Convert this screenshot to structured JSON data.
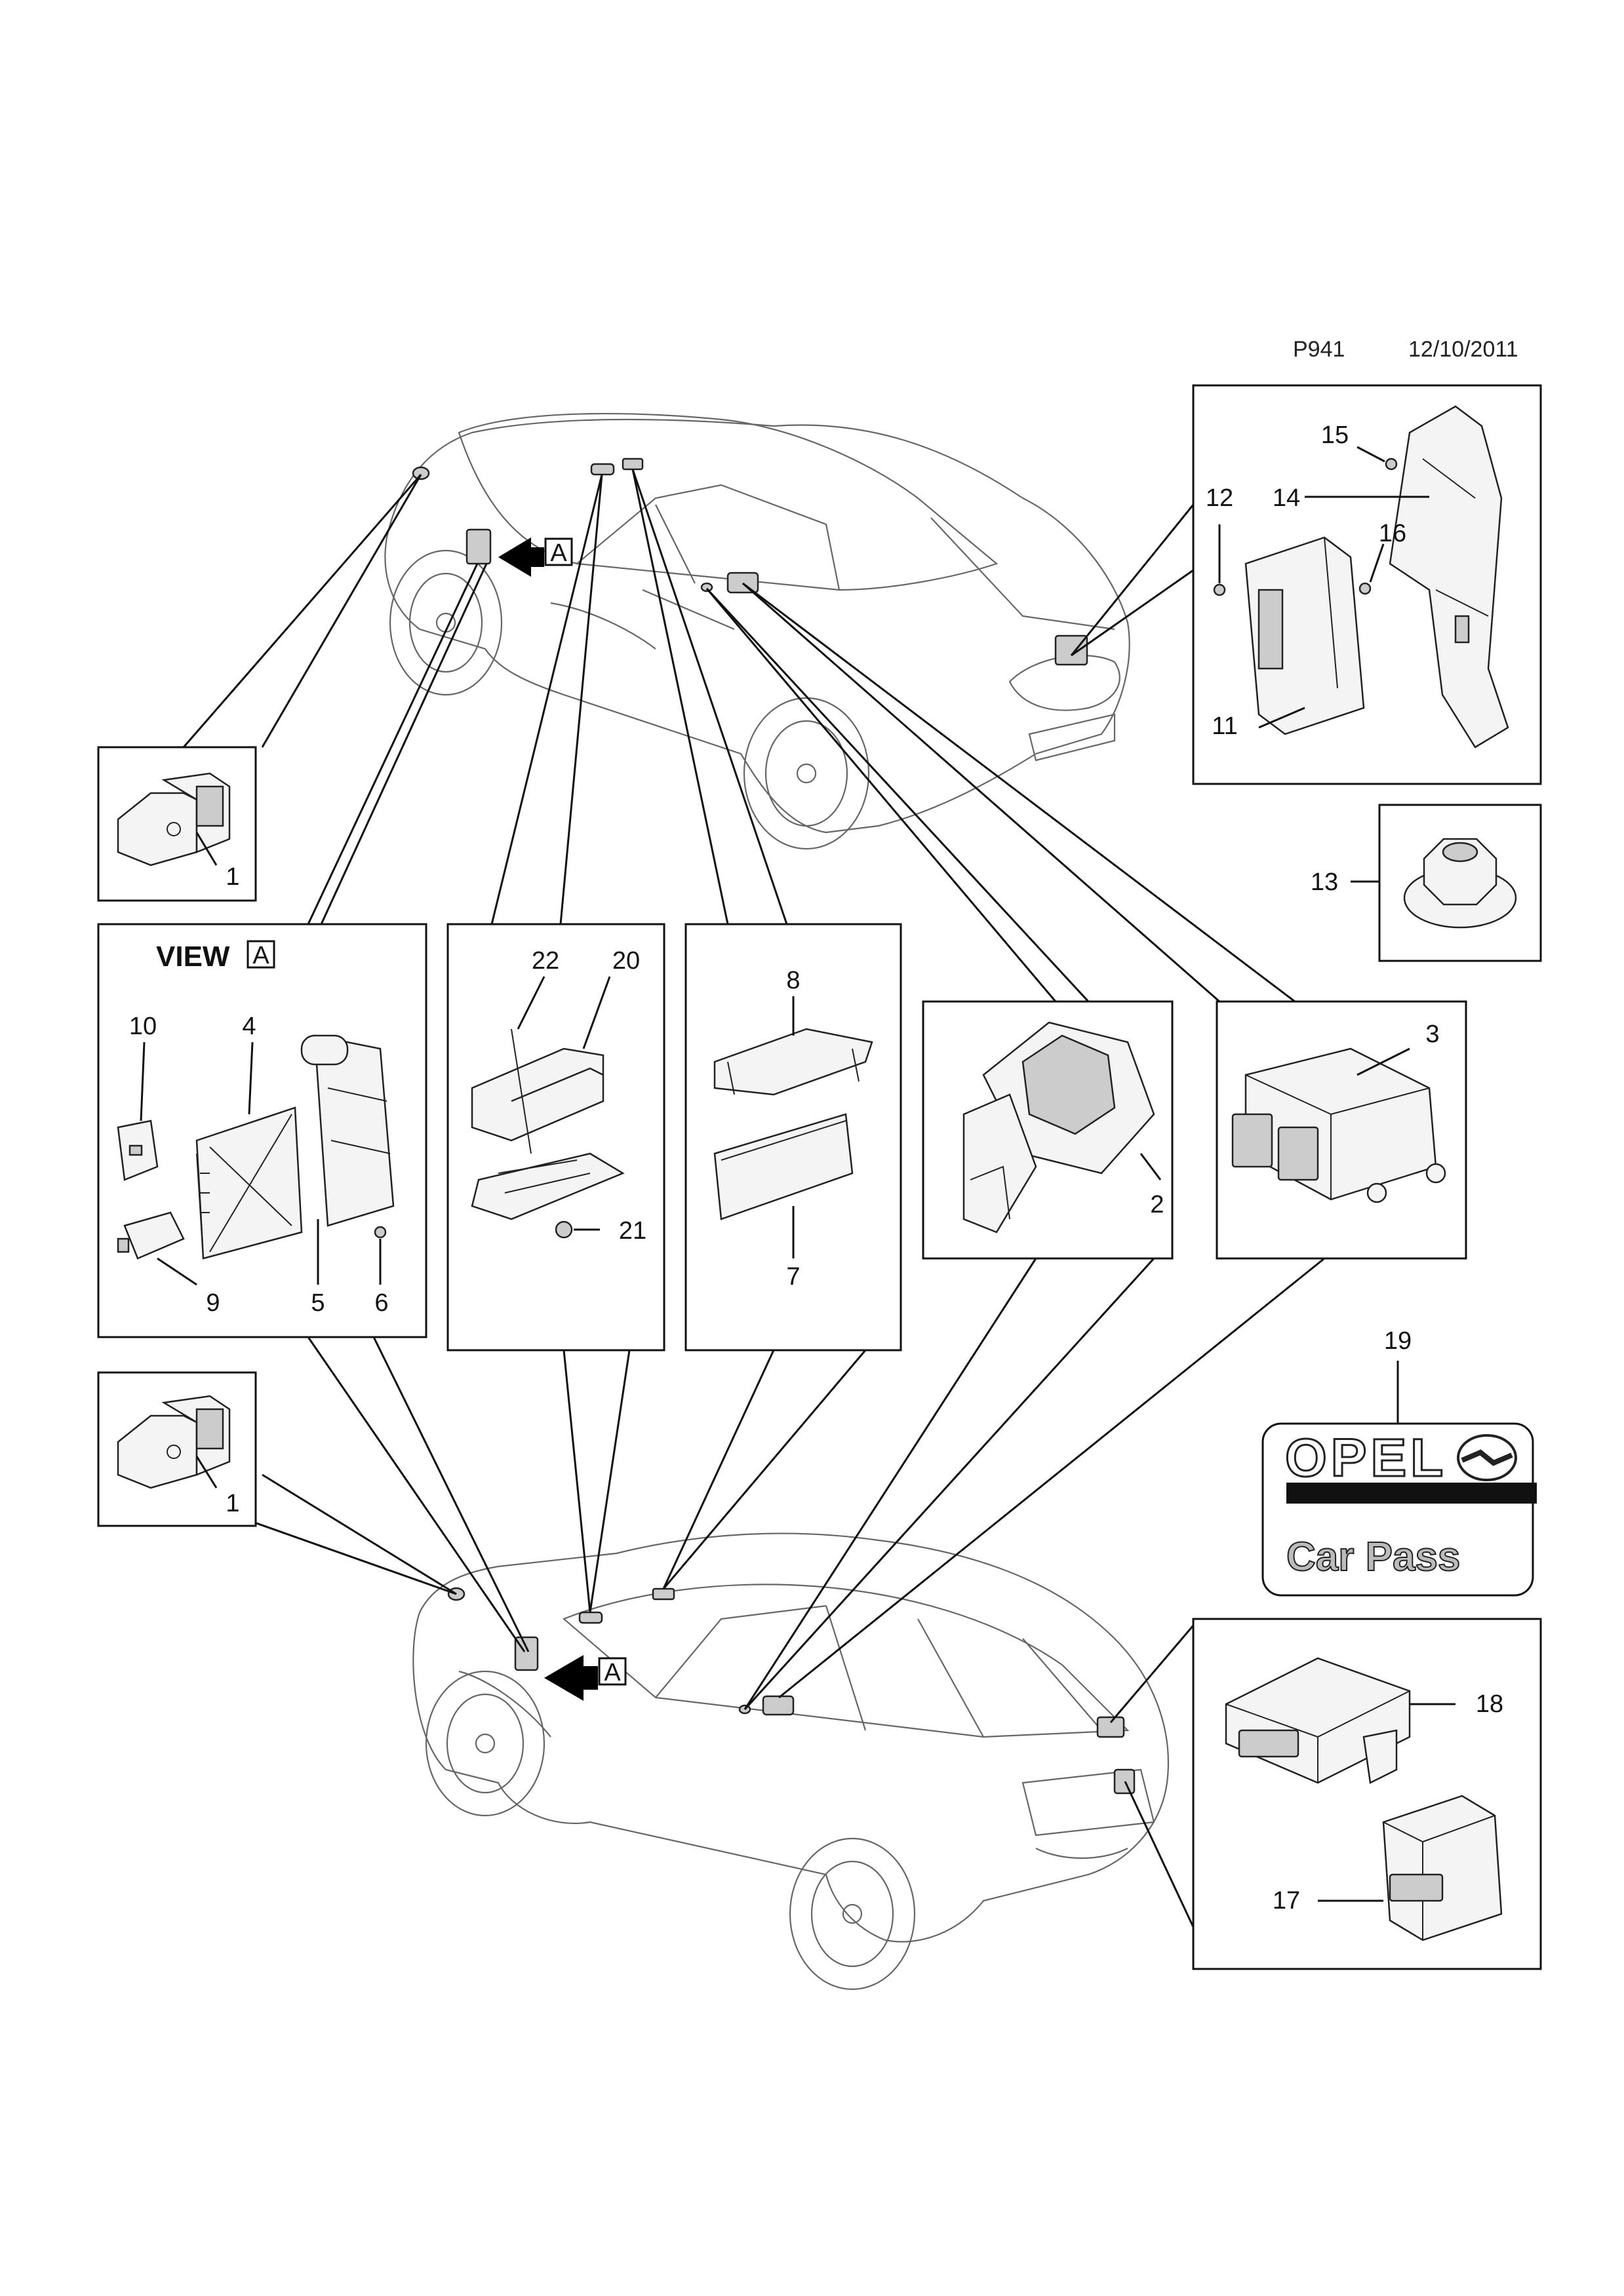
{
  "header": {
    "code": "P941",
    "date": "12/10/2011"
  },
  "view": {
    "title": "VIEW",
    "marker": "A"
  },
  "callouts": [
    "1",
    "2",
    "3",
    "4",
    "5",
    "6",
    "7",
    "8",
    "9",
    "10",
    "11",
    "12",
    "13",
    "14",
    "15",
    "16",
    "17",
    "18",
    "19",
    "20",
    "21",
    "22"
  ],
  "callout_1_bottom": "1",
  "arrow_marker": "A",
  "badge": {
    "brand": "OPEL",
    "caption": "Car Pass"
  }
}
